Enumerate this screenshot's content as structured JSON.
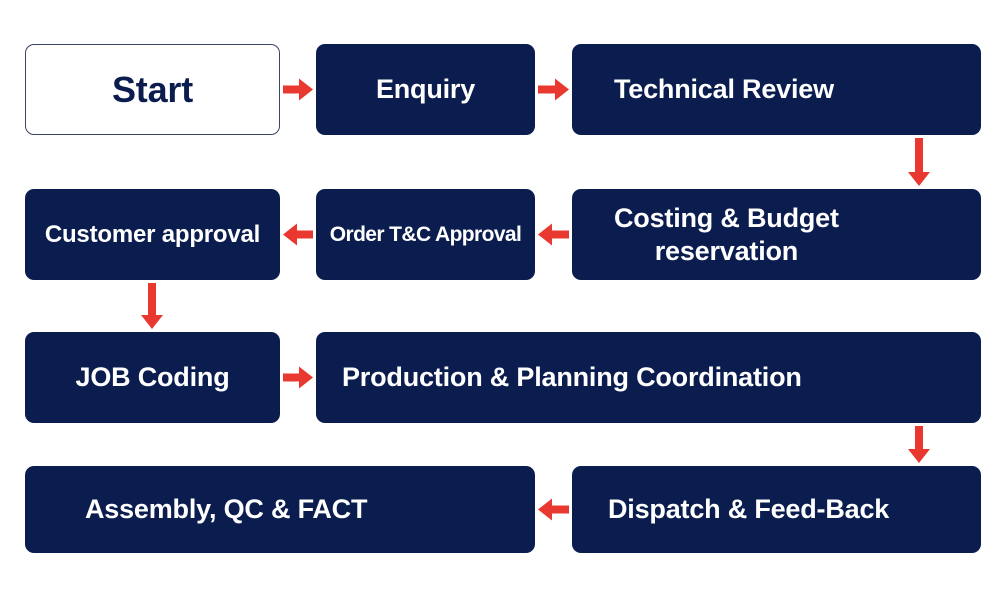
{
  "colors": {
    "node_fill": "#0b1d4f",
    "node_text": "#ffffff",
    "start_fill": "#ffffff",
    "start_text": "#0b1d4f",
    "start_border": "#3a4663",
    "arrow": "#e8382f"
  },
  "nodes": {
    "start": "Start",
    "enquiry": "Enquiry",
    "technical_review": "Technical Review",
    "costing": "Costing & Budget\nreservation",
    "order_approval": "Order T&C Approval",
    "customer_approval": "Customer approval",
    "job_coding": "JOB Coding",
    "production": "Production & Planning Coordination",
    "dispatch": "Dispatch & Feed-Back",
    "assembly": "Assembly, QC & FACT"
  },
  "edges": [
    {
      "from": "start",
      "to": "enquiry"
    },
    {
      "from": "enquiry",
      "to": "technical_review"
    },
    {
      "from": "technical_review",
      "to": "costing"
    },
    {
      "from": "costing",
      "to": "order_approval"
    },
    {
      "from": "order_approval",
      "to": "customer_approval"
    },
    {
      "from": "customer_approval",
      "to": "job_coding"
    },
    {
      "from": "job_coding",
      "to": "production"
    },
    {
      "from": "production",
      "to": "dispatch"
    },
    {
      "from": "dispatch",
      "to": "assembly"
    }
  ]
}
